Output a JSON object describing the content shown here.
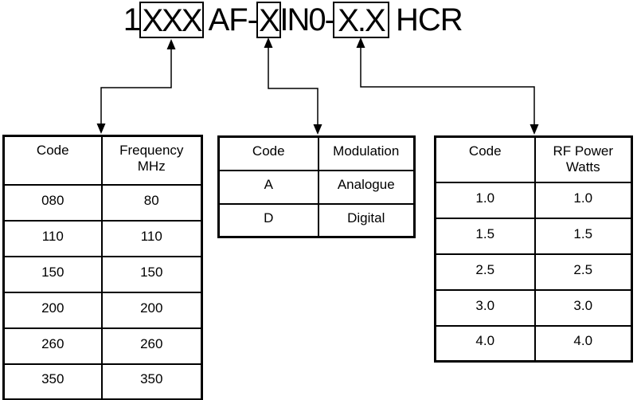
{
  "model_number": {
    "prefix": "1",
    "frequency_code_placeholder": "XXX",
    "segment_af": "AF-",
    "modulation_code_placeholder": "X",
    "segment_in0": "IN0-",
    "power_code_placeholder": "X.X",
    "suffix": "HCR",
    "full_string": "1XXX AF-XIN0-X.X HCR"
  },
  "tables": {
    "frequency": {
      "headers": [
        "Code",
        "Frequency\nMHz"
      ],
      "rows": [
        [
          "080",
          "80"
        ],
        [
          "110",
          "110"
        ],
        [
          "150",
          "150"
        ],
        [
          "200",
          "200"
        ],
        [
          "260",
          "260"
        ],
        [
          "350",
          "350"
        ]
      ]
    },
    "modulation": {
      "headers": [
        "Code",
        "Modulation"
      ],
      "rows": [
        [
          "A",
          "Analogue"
        ],
        [
          "D",
          "Digital"
        ]
      ]
    },
    "rf_power": {
      "headers": [
        "Code",
        "RF Power\nWatts"
      ],
      "rows": [
        [
          "1.0",
          "1.0"
        ],
        [
          "1.5",
          "1.5"
        ],
        [
          "2.5",
          "2.5"
        ],
        [
          "3.0",
          "3.0"
        ],
        [
          "4.0",
          "4.0"
        ]
      ]
    }
  },
  "colors": {
    "line": "#000000",
    "background": "#ffffff",
    "text": "#000000"
  }
}
